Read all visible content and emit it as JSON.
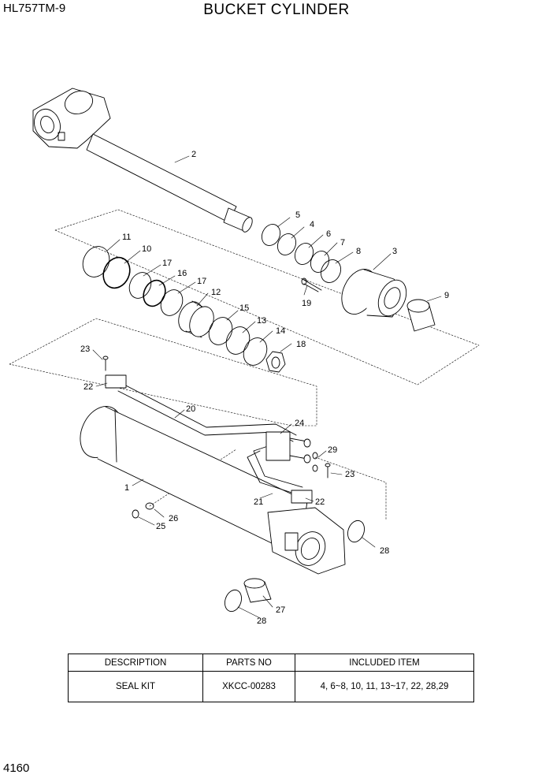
{
  "header": {
    "model": "HL757TM-9",
    "title": "BUCKET CYLINDER"
  },
  "callouts": [
    "2",
    "5",
    "4",
    "6",
    "7",
    "8",
    "3",
    "11",
    "10",
    "17",
    "16",
    "17",
    "12",
    "19",
    "9",
    "15",
    "13",
    "14",
    "18",
    "23",
    "22",
    "20",
    "24",
    "29",
    "23",
    "1",
    "21",
    "22",
    "26",
    "25",
    "28",
    "27",
    "28"
  ],
  "table": {
    "headers": [
      "DESCRIPTION",
      "PARTS NO",
      "INCLUDED ITEM"
    ],
    "rows": [
      [
        "SEAL KIT",
        "XKCC-00283",
        "4, 6~8, 10, 11, 13~17, 22, 28,29"
      ]
    ]
  },
  "footer": {
    "page": "4160"
  }
}
